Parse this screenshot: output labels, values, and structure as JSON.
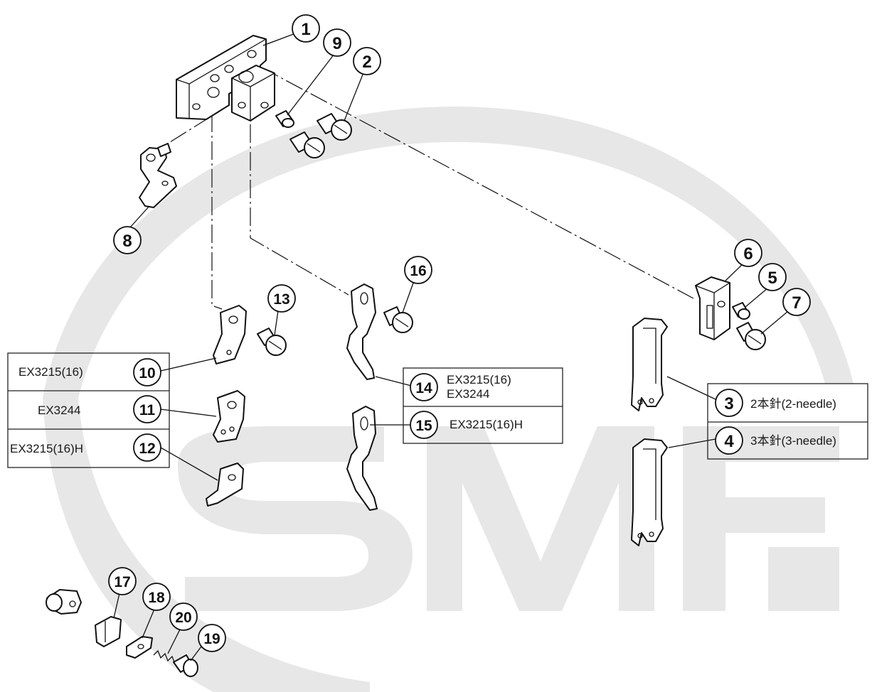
{
  "callouts": {
    "n1": "1",
    "n2": "2",
    "n3": "3",
    "n4": "4",
    "n5": "5",
    "n6": "6",
    "n7": "7",
    "n8": "8",
    "n9": "9",
    "n10": "10",
    "n11": "11",
    "n12": "12",
    "n13": "13",
    "n14": "14",
    "n15": "15",
    "n16": "16",
    "n17": "17",
    "n18": "18",
    "n19": "19",
    "n20": "20"
  },
  "left_table": {
    "row10": "EX3215(16)",
    "row11": "EX3244",
    "row12": "EX3215(16)H"
  },
  "mid_table": {
    "row14_line1": "EX3215(16)",
    "row14_line2": "EX3244",
    "row15": "EX3215(16)H"
  },
  "right_table": {
    "row3": "2本針(2-needle)",
    "row4": "3本針(3-needle)"
  },
  "colors": {
    "line": "#111111",
    "watermark": "#e6e6e6",
    "background": "#ffffff"
  }
}
